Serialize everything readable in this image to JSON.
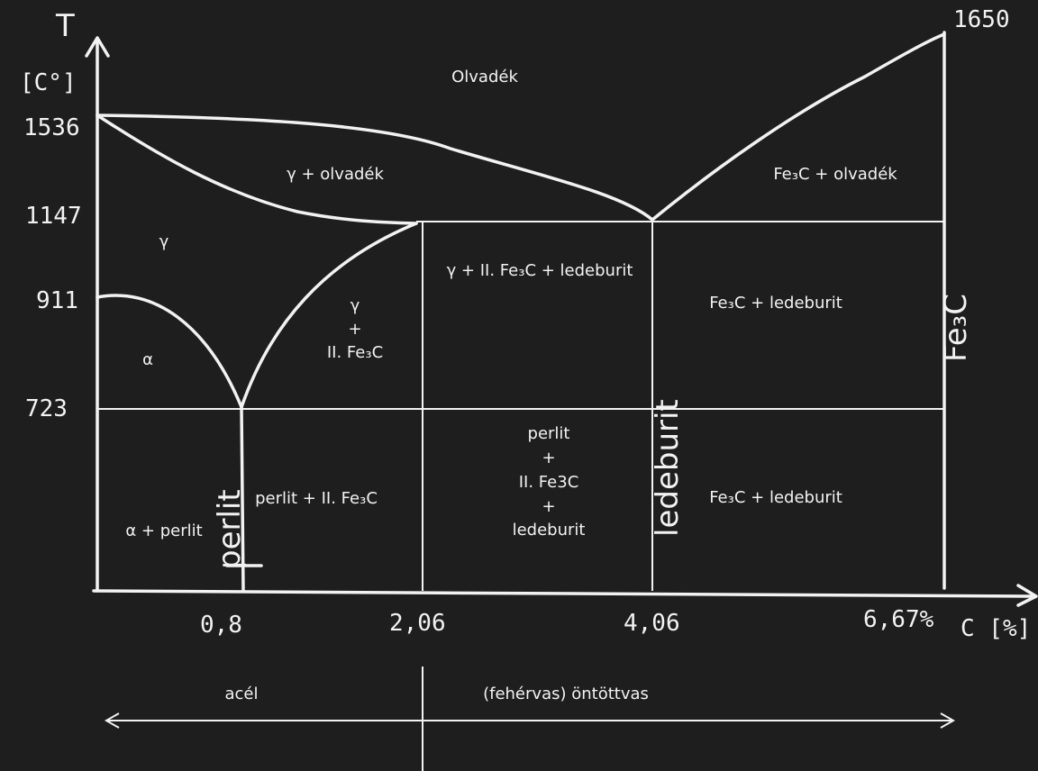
{
  "axes": {
    "y_title": "T",
    "y_unit": "[C°]",
    "x_unit": "C [%]",
    "y_ticks": [
      "1536",
      "1147",
      "911",
      "723"
    ],
    "x_ticks": [
      "0,8",
      "2,06",
      "4,06",
      "6,67%"
    ],
    "top_right_value": "1650"
  },
  "regions": {
    "olvadek": "Olvadék",
    "gamma_olvadek": "γ + olvadék",
    "fe3c_olvadek": "Fe₃C + olvadék",
    "gamma": "γ",
    "alpha": "α",
    "gamma_fe3c_1": "γ",
    "gamma_fe3c_2": "+",
    "gamma_fe3c_3": "II. Fe₃C",
    "gamma_ledeburit": "γ + II. Fe₃C + ledeburit",
    "fe3c_ledeburit_upper": "Fe₃C + ledeburit",
    "alpha_perlit": "α + perlit",
    "perlit_fe3c": "perlit + II. Fe₃C",
    "mid_1": "perlit",
    "mid_2": "+",
    "mid_3": "II. Fe3C",
    "mid_4": "+",
    "mid_5": "ledeburit",
    "fe3c_ledeburit_lower": "Fe₃C + ledeburit"
  },
  "vertical_labels": {
    "perlit": "perlit",
    "ledeburit": "ledeburit",
    "fe3c": "Fe₃C"
  },
  "bottom": {
    "acel": "acél",
    "ontottvas": "(fehérvas) öntöttvas"
  }
}
